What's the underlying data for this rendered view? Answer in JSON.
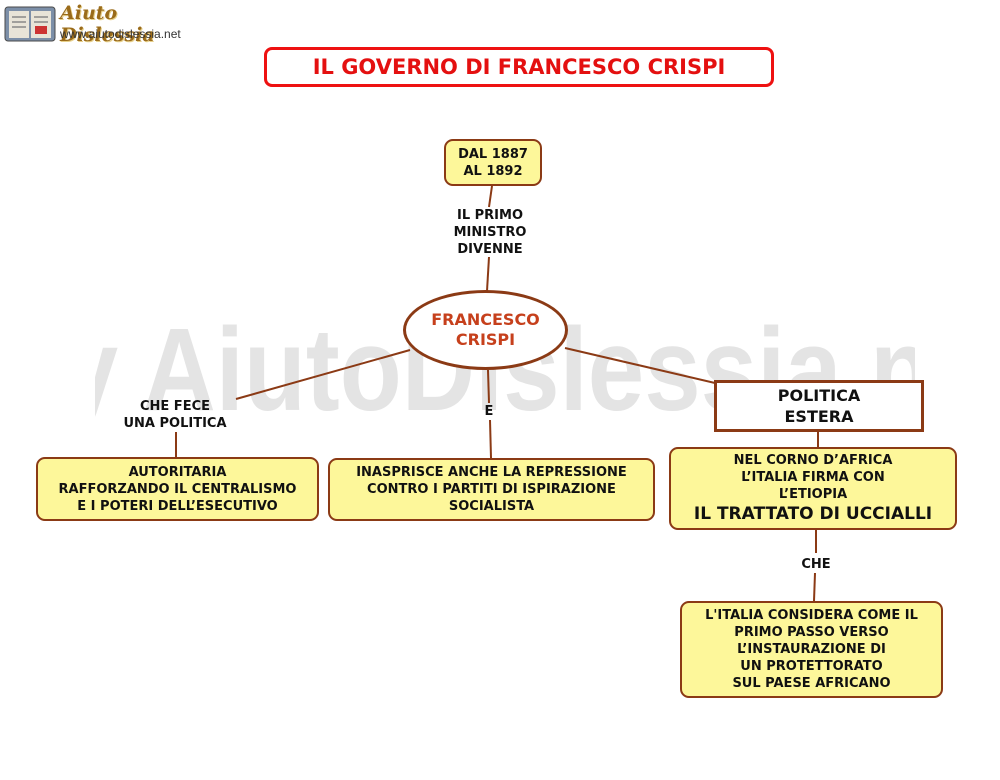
{
  "logo": {
    "name": "Aiuto Dislessia",
    "url": "www.aiutodislessia.net"
  },
  "watermark": "By AiutoDislessia.net",
  "title": "IL GOVERNO DI FRANCESCO CRISPI",
  "nodes": {
    "dates": "DAL 1887\n AL 1892",
    "central": "FRANCESCO\nCRISPI",
    "politica_estera": "POLITICA\nESTERA",
    "autoritaria": "AUTORITARIA\nRAFFORZANDO IL CENTRALISMO\nE I POTERI DELL’ESECUTIVO",
    "repressione": "INASPRISCE ANCHE LA REPRESSIONE\nCONTRO I PARTITI DI ISPIRAZIONE\nSOCIALISTA",
    "corno_africa": "NEL CORNO D’AFRICA\nL’ITALIA FIRMA CON\nL’ETIOPIA",
    "trattato": "IL TRATTATO DI UCCIALLI",
    "protettorato": "L'ITALIA CONSIDERA COME IL\nPRIMO PASSO VERSO\nL’INSTAURAZIONE DI\nUN PROTETTORATO\nSUL PAESE AFRICANO"
  },
  "links": {
    "primo_ministro": "IL PRIMO\nMINISTRO\nDIVENNE",
    "che_fece": "CHE FECE\nUNA POLITICA",
    "e": "E",
    "che": "CHE"
  },
  "colors": {
    "box_fill": "#fdf79a",
    "box_border": "#8b3a15",
    "title_red": "#e41010",
    "central_text": "#c6401c"
  }
}
